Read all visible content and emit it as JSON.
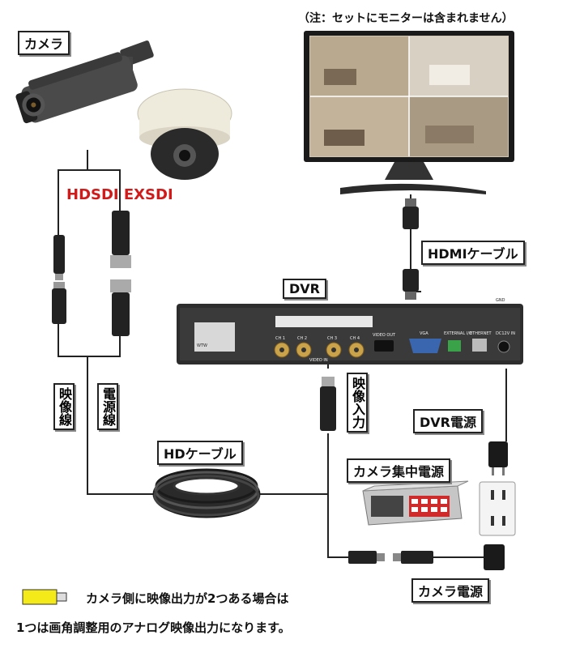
{
  "labels": {
    "camera": "カメラ",
    "monitor_note": "（注：セットにモニターは含まれません）",
    "hdsdi_exsdi": "HDSDI EXSDI",
    "hdmi_cable": "HDMIケーブル",
    "dvr": "DVR",
    "video_line": "映像線",
    "power_line": "電源線",
    "video_input": "映像入力",
    "dvr_power": "DVR電源",
    "hd_cable": "HDケーブル",
    "camera_central_power": "カメラ集中電源",
    "camera_power": "カメラ電源"
  },
  "notes": {
    "line1": "カメラ側に映像出力が2つある場合は",
    "line2": "1つは画角調整用のアナログ映像出力になります。"
  },
  "dvr_panel": {
    "ports": [
      "CH 1",
      "CH 2",
      "CH 3",
      "CH 4"
    ],
    "video_in": "VIDEO IN",
    "video_out": "VIDEO OUT",
    "vga": "VGA",
    "external_io": "EXTERNAL I/O",
    "ethernet": "ETHERNET",
    "dc": "DC12V IN",
    "gnd": "GND",
    "brand": "WTW"
  },
  "colors": {
    "accent_red": "#d11a1a",
    "connector_yellow": "#f4ea1a",
    "line": "#222222"
  }
}
